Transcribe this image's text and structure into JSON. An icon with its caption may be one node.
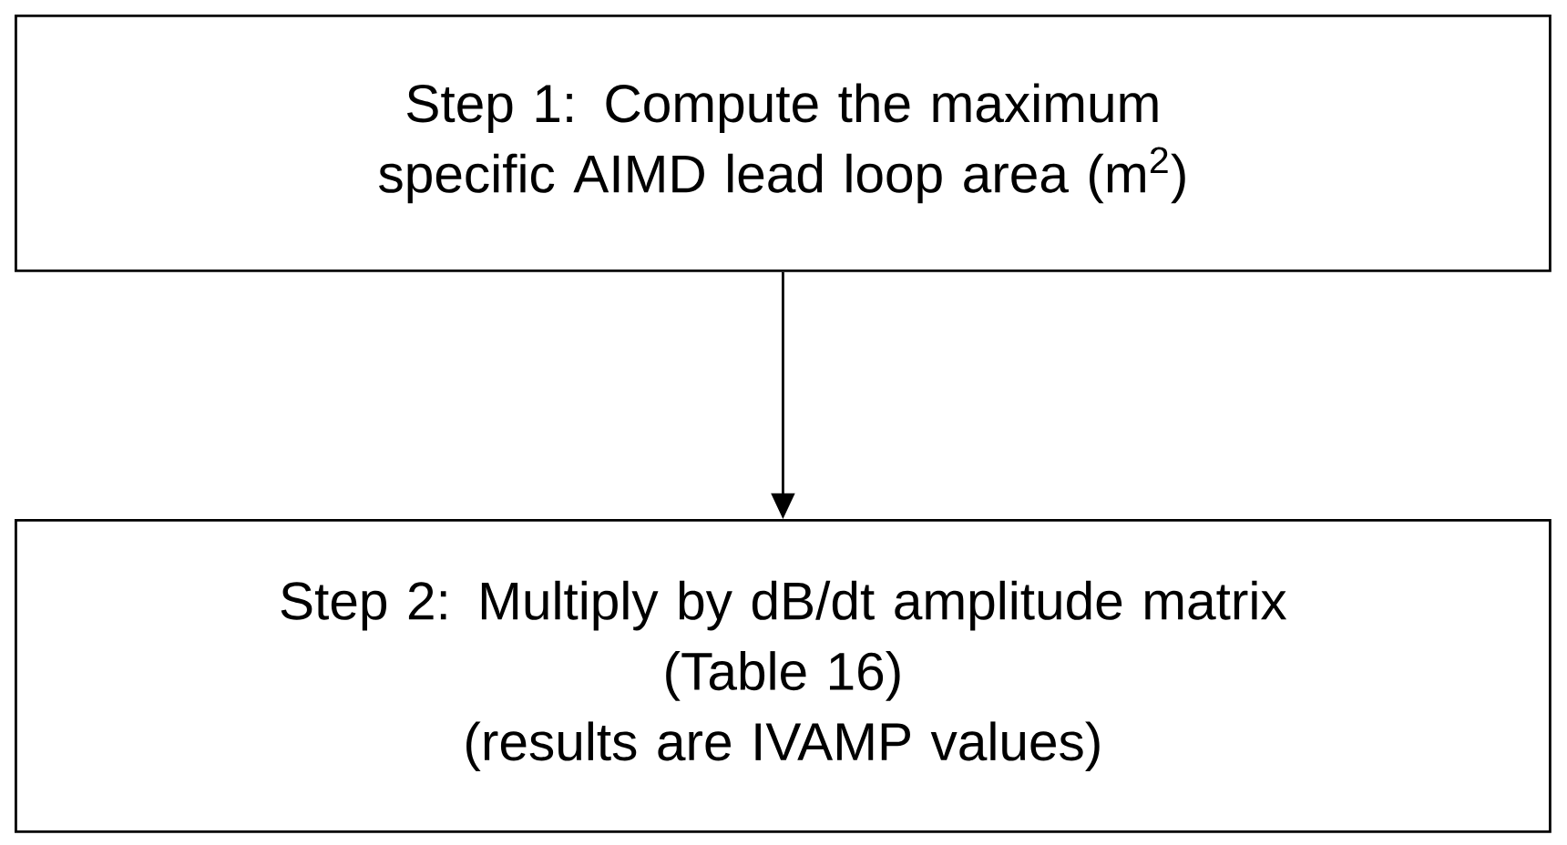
{
  "diagram": {
    "nodes": [
      {
        "text": [
          "Step 1: Compute the maximum specific AIMD lead loop area (m$^{2}$)"
        ]
      },
      {
        "text": [
          "Step 2: Multiply by dB/dt amplitude matrix",
          "(Table 16)",
          "(results are IVAMP values)"
        ]
      }
    ],
    "edges": [
      {
        "from": 0,
        "to": 1,
        "arrow": "to"
      }
    ]
  }
}
